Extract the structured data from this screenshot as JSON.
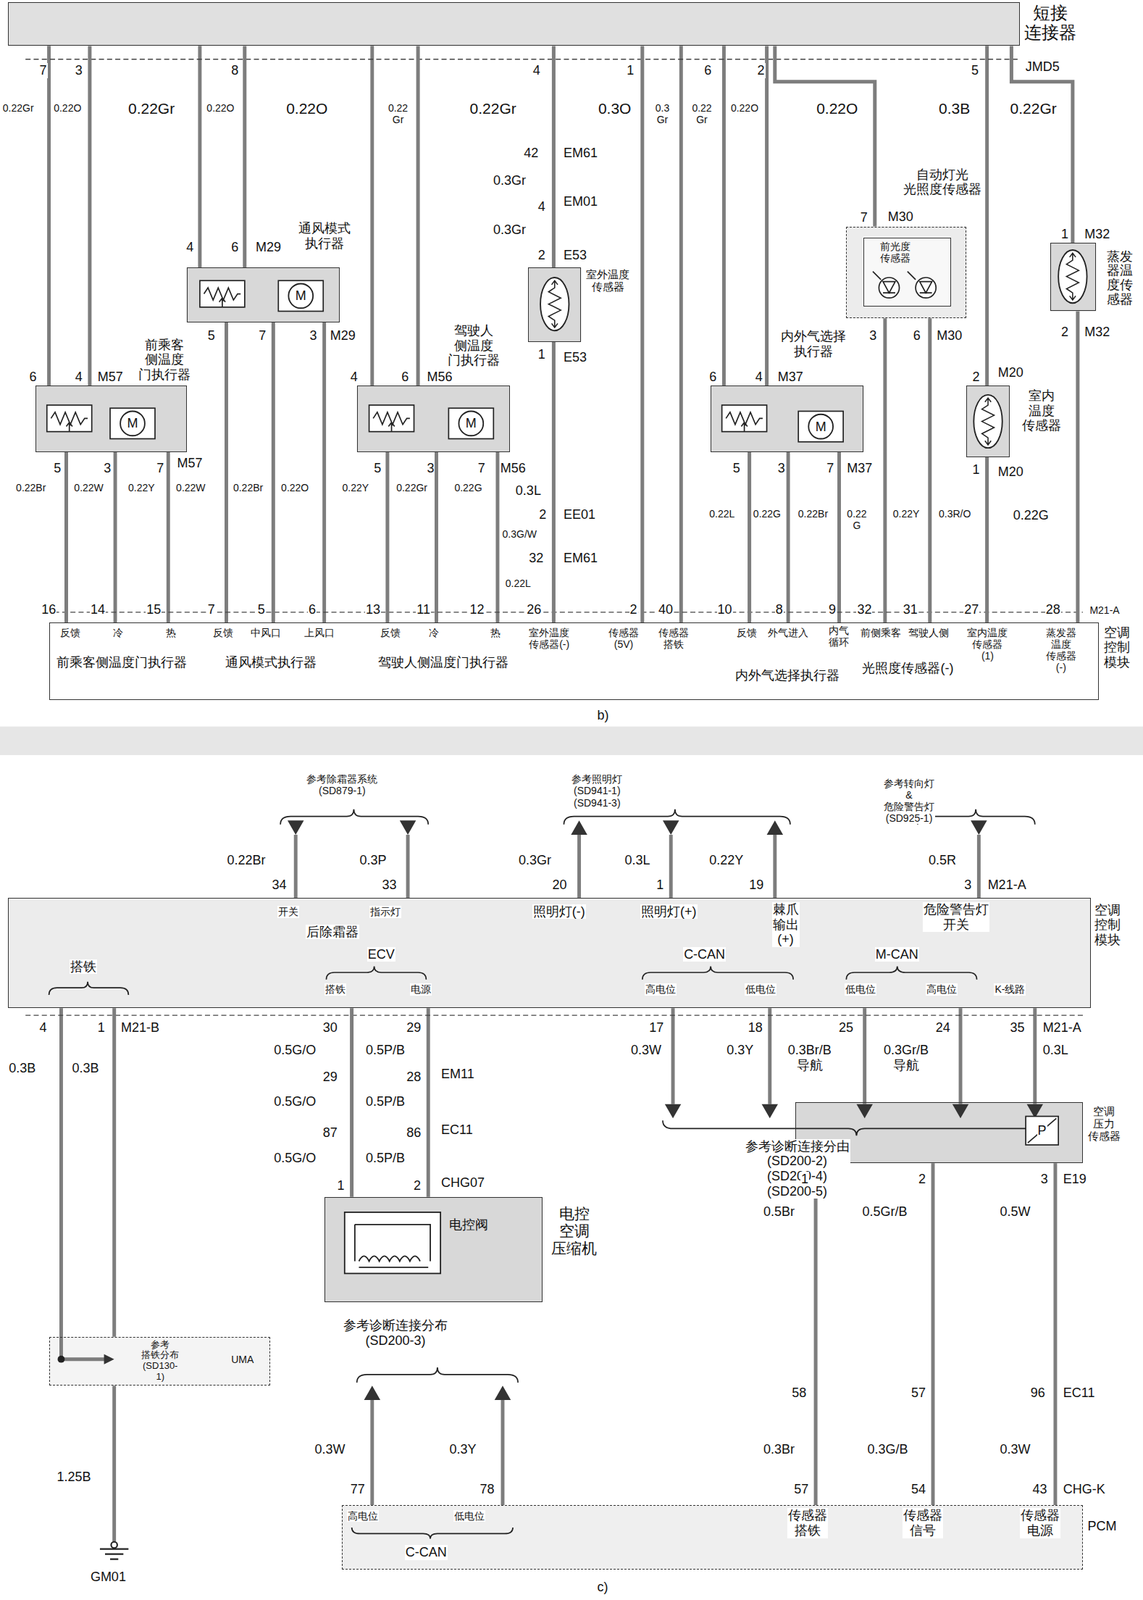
{
  "diagram": {
    "nodes": [
      {
        "text": [
          "短接 连接器"
        ]
      },
      {
        "text": [
          "通风模式 执行器"
        ]
      },
      {
        "text": [
          "前乘客 侧温度 门执行器"
        ]
      },
      {
        "text": [
          "驾驶人 侧温度 门执行器"
        ]
      },
      {
        "text": [
          "室外温度 传感器"
        ]
      },
      {
        "text": [
          "内外气选择 执行器"
        ]
      },
      {
        "text": [
          "自动灯光 光照度传感器"
        ]
      },
      {
        "text": [
          "前光度 传感器"
        ],
        "in": 6
      },
      {
        "text": [
          "室内 温度 传感器"
        ]
      },
      {
        "text": [
          "蒸发器温度传感器"
        ]
      },
      {
        "text": [
          "空调 控制 模块"
        ]
      },
      {
        "text": [
          "空调 控制 模块"
        ]
      },
      {
        "text": [
          "电控阀",
          "电控 空调 压缩机"
        ]
      },
      {
        "text": [
          "参考 搭铁分布 (SD130-1)",
          "UMA"
        ]
      },
      {
        "text": [
          "空调 压力 传感器"
        ]
      },
      {
        "text": [
          "PCM"
        ]
      }
    ],
    "edges": [
      {
        "from": 0,
        "to": 1,
        "arrow": "none"
      },
      {
        "from": 0,
        "to": 2,
        "arrow": "none"
      },
      {
        "from": 0,
        "to": 3,
        "arrow": "none"
      },
      {
        "from": 0,
        "to": 4,
        "arrow": "none"
      },
      {
        "from": 0,
        "to": 5,
        "arrow": "none"
      },
      {
        "from": 0,
        "to": 6,
        "arrow": "none"
      },
      {
        "from": 0,
        "to": 9,
        "arrow": "none"
      },
      {
        "from": 1,
        "to": 10,
        "arrow": "none"
      },
      {
        "from": 2,
        "to": 10,
        "arrow": "none"
      },
      {
        "from": 3,
        "to": 10,
        "arrow": "none"
      },
      {
        "from": 4,
        "to": 10,
        "arrow": "none"
      },
      {
        "from": 5,
        "to": 10,
        "arrow": "none"
      },
      {
        "from": 6,
        "to": 10,
        "arrow": "none"
      },
      {
        "from": 8,
        "to": 10,
        "arrow": "none"
      },
      {
        "from": 9,
        "to": 10,
        "arrow": "none"
      },
      {
        "from": 0,
        "to": 10,
        "arrow": "none"
      },
      {
        "from": 11,
        "to": 12,
        "arrow": "none"
      },
      {
        "from": 11,
        "to": 13,
        "arrow": "none"
      },
      {
        "from": 14,
        "to": 15,
        "arrow": "none"
      }
    ],
    "labels": [
      "7",
      "3",
      "8",
      "4",
      "1",
      "6",
      "2",
      "5",
      "JMD5",
      "0.22Gr",
      "0.22O",
      "0.22Gr",
      "0.22O",
      "0.22O",
      "0.22 Gr",
      "0.22Gr",
      "0.3O",
      "0.3 Gr",
      "0.22 Gr",
      "0.22O",
      "0.22O",
      "0.3B",
      "0.22Gr",
      "42",
      "EM61",
      "0.3Gr",
      "4",
      "EM01",
      "0.3Gr",
      "2",
      "E53",
      "1",
      "E53",
      "4",
      "6",
      "M29",
      "5",
      "7",
      "3",
      "M29",
      "M",
      "6",
      "4",
      "M57",
      "5",
      "3",
      "7",
      "M57",
      "M",
      "0.22Br",
      "0.22W",
      "0.22Y",
      "0.22W",
      "0.22Br",
      "0.22O",
      "4",
      "6",
      "M56",
      "5",
      "3",
      "7",
      "M56",
      "M",
      "0.22Y",
      "0.22Gr",
      "0.22G",
      "0.3L",
      "2",
      "EE01",
      "0.3G/W",
      "32",
      "EM61",
      "0.22L",
      "6",
      "4",
      "M37",
      "5",
      "3",
      "7",
      "M37",
      "M",
      "0.22L",
      "0.22G",
      "0.22Br",
      "0.22 G",
      "0.22Y",
      "0.3R/O",
      "0.22G",
      "7",
      "M30",
      "3",
      "6",
      "M30",
      "2",
      "M20",
      "1",
      "M20",
      "1",
      "M32",
      "2",
      "M32",
      "16",
      "14",
      "15",
      "7",
      "5",
      "6",
      "13",
      "11",
      "12",
      "26",
      "2",
      "40",
      "10",
      "8",
      "9",
      "32",
      "31",
      "27",
      "28",
      "M21-A",
      "反馈",
      "冷",
      "热",
      "反馈",
      "中风口",
      "上风口",
      "反馈",
      "冷",
      "热",
      "室外温度 传感器(-)",
      "传感器 (5V)",
      "传感器 搭铁",
      "反馈",
      "外气进入",
      "内气 循环",
      "前侧乘客",
      "驾驶人侧",
      "室内温度 传感器 (1)",
      "蒸发器 温度 传感器 (-)",
      "前乘客侧温度门执行器",
      "通风模式执行器",
      "驾驶人侧温度门执行器",
      "内外气选择执行器",
      "光照度传感器(-)",
      "b)",
      "参考除霜器系统 (SD879-1)",
      "参考照明灯 (SD941-1)(SD941-3)",
      "参考转向灯&危险警告灯 (SD925-1)",
      "0.22Br",
      "34",
      "0.3P",
      "33",
      "0.3Gr",
      "20",
      "0.3L",
      "1",
      "0.22Y",
      "19",
      "0.5R",
      "3",
      "M21-A",
      "开关",
      "指示灯",
      "后除霜器",
      "照明灯(-)",
      "照明灯(+)",
      "棘爪 输出(+)",
      "危险警告灯 开关",
      "ECV",
      "C-CAN",
      "M-CAN",
      "搭铁",
      "电源",
      "高电位",
      "低电位",
      "低电位",
      "高电位",
      "K-线路",
      "搭铁",
      "4",
      "1",
      "M21-B",
      "0.3B",
      "0.3B",
      "30",
      "29",
      "0.5G/O",
      "0.5P/B",
      "29",
      "28",
      "EM11",
      "0.5G/O",
      "0.5P/B",
      "87",
      "86",
      "EC11",
      "0.5G/O",
      "0.5P/B",
      "1",
      "2",
      "CHG07",
      "17",
      "18",
      "25",
      "24",
      "35",
      "M21-A",
      "0.3W",
      "0.3Y",
      "0.3Br/B 导航",
      "0.3Gr/B 导航",
      "0.3L",
      "参考诊断连接分由 (SD200-2)(SD200-4)(SD200-5)",
      "参考诊断连接分布 (SD200-3)",
      "1",
      "2",
      "3",
      "E19",
      "0.5Br",
      "0.5Gr/B",
      "0.5W",
      "58",
      "57",
      "96",
      "EC11",
      "0.3Br",
      "0.3G/B",
      "0.3W",
      "57",
      "54",
      "43",
      "CHG-K",
      "P",
      "0.3W",
      "0.3Y",
      "77",
      "78",
      "高电位",
      "低电位",
      "C-CAN",
      "传感器 搭铁",
      "传感器 信号",
      "传感器 电源",
      "1.25B",
      "GM01",
      "c)"
    ]
  }
}
